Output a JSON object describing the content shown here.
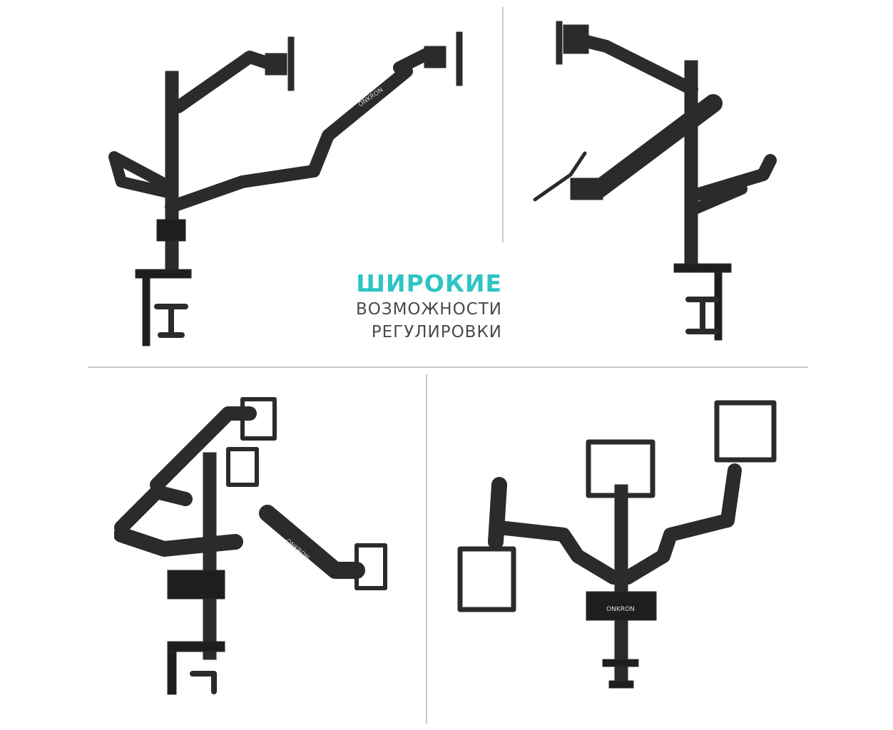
{
  "headline": {
    "line1": "ШИРОКИЕ",
    "line2": "ВОЗМОЖНОСТИ",
    "line3": "РЕГУЛИРОВКИ"
  },
  "brand": {
    "logo_text": "ONKRON"
  },
  "colors": {
    "accent": "#2ec4c4",
    "text": "#4a4a4a",
    "product": "#2b2b2b"
  }
}
